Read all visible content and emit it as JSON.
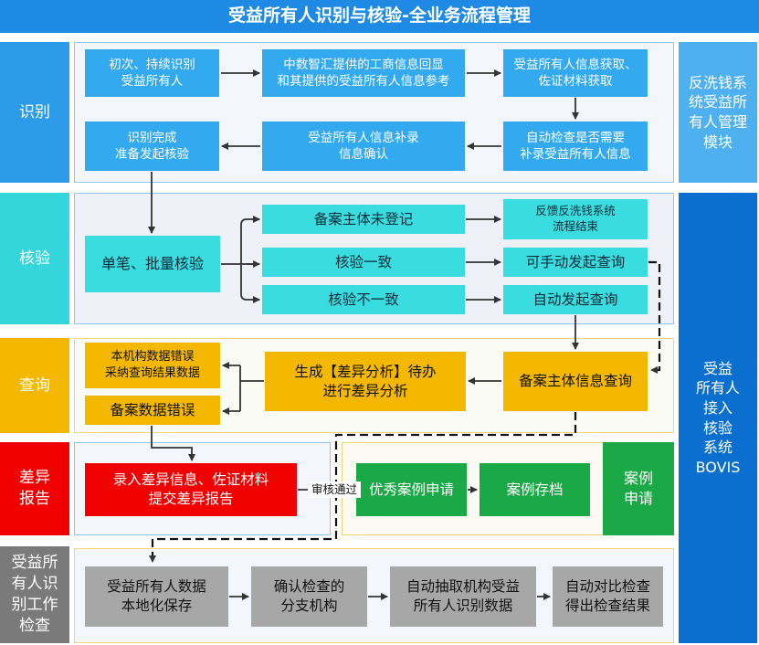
{
  "title": "受益所有人识别与核验-全业务流程管理",
  "lanes": {
    "identify": "识别",
    "verify": "核验",
    "query": "查询",
    "diff": "差异\n报告",
    "check": "受益所\n有人识\n别工作\n检查"
  },
  "side": {
    "aml_module": "反洗钱系\n统受益所\n有人管理\n模块",
    "bovis": "受益\n所有人\n接入\n核验\n系统\nBOVIS"
  },
  "nodes": {
    "n1": "初次、持续识别\n受益所有人",
    "n2": "中数智汇提供的工商信息回显\n和其提供的受益所有人信息参考",
    "n3": "受益所有人信息获取、\n佐证材料获取",
    "n4": "自动检查是否需要\n补录受益所有人信息",
    "n5": "受益所有人信息补录\n信息确认",
    "n6": "识别完成\n准备发起核验",
    "v1": "单笔、批量核验",
    "v2": "备案主体未登记",
    "v3": "核验一致",
    "v4": "核验不一致",
    "v5": "反馈反洗钱系统\n流程结束",
    "v6": "可手动发起查询",
    "v7": "自动发起查询",
    "q1": "备案主体信息查询",
    "q2": "生成【差异分析】待办\n进行差异分析",
    "q3": "本机构数据错误\n采纳查询结果数据",
    "q4": "备案数据错误",
    "d1": "录入差异信息、佐证材料\n提交差异报告",
    "d2": "审核通过",
    "d3": "优秀案例申请",
    "d4": "案例存档",
    "d5": "案例\n申请",
    "c1": "受益所有人数据\n本地化保存",
    "c2": "确认检查的\n分支机构",
    "c3": "自动抽取机构受益\n所有人识别数据",
    "c4": "自动对比检查\n得出检查结果"
  },
  "colors": {
    "title": "#1e8ae4",
    "identify_lane": "#2c9be8",
    "verify_lane": "#34d6dc",
    "query_lane": "#f5b800",
    "diff_lane": "#f00000",
    "check_lane": "#7a7a7a",
    "side_top": "#4fb0ef",
    "side_bottom": "#0a6fce"
  }
}
